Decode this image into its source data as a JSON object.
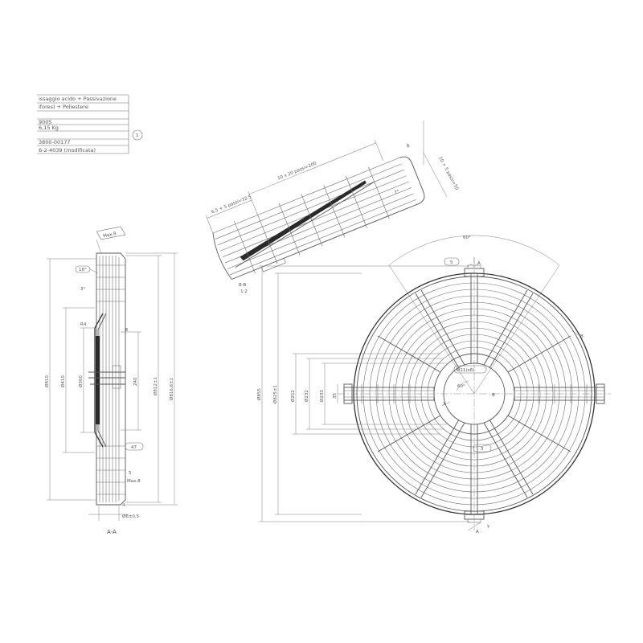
{
  "title_block": {
    "rows": [
      "issaggio acido + Passivazione",
      "ifores) + Poliestere",
      "9005",
      "6,15 Kg",
      "3800-00177",
      "6-2-4039 (modificata)"
    ],
    "revision_marker": "1"
  },
  "section_aa": {
    "label": "A-A",
    "dims": {
      "max_top": "Max.8",
      "angle_top": "16°",
      "angle_small": "3°",
      "r_label": "R4",
      "six": "6",
      "d810": "Ø810",
      "d410": "Ø410",
      "d300": "Ø300",
      "h240": "240",
      "d812": "Ø812±1",
      "d816": "Ø816,6±1",
      "forty_seven": "47",
      "five": "5",
      "max_bottom": "Max.8",
      "four": "4",
      "d6": "Ø6±0,5"
    }
  },
  "section_bb": {
    "label": "B-B",
    "scale": "1:2",
    "dims": {
      "pitch_a": "6,5 + 5 passi=32,5",
      "pitch_b": "10 x 20 passi=200",
      "pitch_c": "10 + 5 passi=50",
      "angle": "7°",
      "top_mark": "8"
    }
  },
  "front_view": {
    "dims": {
      "angle_top": "60°",
      "five": "5",
      "d855": "Ø855",
      "d825": "Ø825±1",
      "d252": "Ø252",
      "d232": "Ø232",
      "d233": "Ø233",
      "thirtyfive": "35",
      "holes": "Ø11(x6)",
      "angle_center": "60°"
    },
    "section_markers": {
      "a_top": "A",
      "a_bottom": "A",
      "b_right": "B",
      "b_center": "B"
    },
    "axes": {
      "x": "X",
      "y": "Y"
    },
    "revision_marker": "3"
  }
}
